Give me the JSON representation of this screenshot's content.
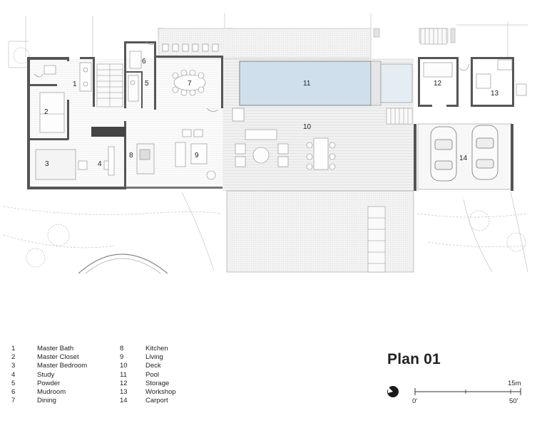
{
  "rooms": [
    {
      "num": "1",
      "name": "Master Bath"
    },
    {
      "num": "2",
      "name": "Master Closet"
    },
    {
      "num": "3",
      "name": "Master Bedroom"
    },
    {
      "num": "4",
      "name": "Study"
    },
    {
      "num": "5",
      "name": "Powder"
    },
    {
      "num": "6",
      "name": "Mudroom"
    },
    {
      "num": "7",
      "name": "Dining"
    },
    {
      "num": "8",
      "name": "Kitchen"
    },
    {
      "num": "9",
      "name": "Living"
    },
    {
      "num": "10",
      "name": "Deck"
    },
    {
      "num": "11",
      "name": "Pool"
    },
    {
      "num": "12",
      "name": "Storage"
    },
    {
      "num": "13",
      "name": "Workshop"
    },
    {
      "num": "14",
      "name": "Carport"
    }
  ],
  "title": "Plan 01",
  "scale": {
    "metric_label": "15m",
    "start_label": "0'",
    "end_label": "50'"
  },
  "colors": {
    "wall": "#555555",
    "pool": "#cfe0ec",
    "deck": "#eeeeee",
    "line": "#999999"
  }
}
